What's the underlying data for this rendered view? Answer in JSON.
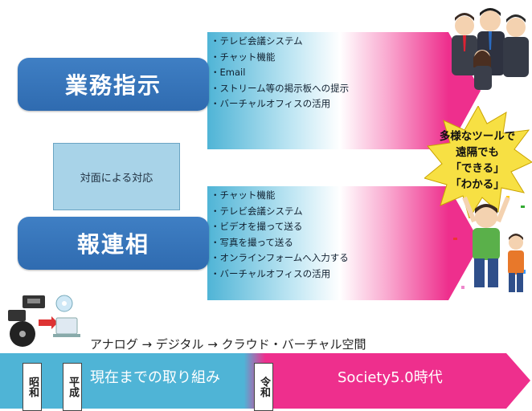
{
  "top_section": {
    "label": "業務指示",
    "items": [
      "テレビ会議システム",
      "チャット機能",
      "Email",
      "ストリーム等の掲示板への提示",
      "バーチャルオフィスの活用"
    ]
  },
  "middle": {
    "face_to_face": "対面による対応"
  },
  "bottom_section": {
    "label": "報連相",
    "items": [
      "チャット機能",
      "テレビ会議システム",
      "ビデオを撮って送る",
      "写真を撮って送る",
      "オンラインフォームへ入力する",
      "バーチャルオフィスの活用"
    ]
  },
  "burst": {
    "lines": [
      "多様なツールで",
      "遠隔でも",
      "「できる」",
      "「わかる」"
    ]
  },
  "progression": "アナログ → デジタル → クラウド・バーチャル空間",
  "timeline": {
    "current_label": "現在までの取り組み",
    "future_label": "Society5.0時代",
    "eras": [
      "昭和",
      "平成",
      "令和"
    ]
  },
  "colors": {
    "label_blue": "#2f6bb0",
    "timeline_blue": "#4fb4d6",
    "timeline_pink": "#ee2f8d",
    "burst_yellow": "#f7e043"
  }
}
